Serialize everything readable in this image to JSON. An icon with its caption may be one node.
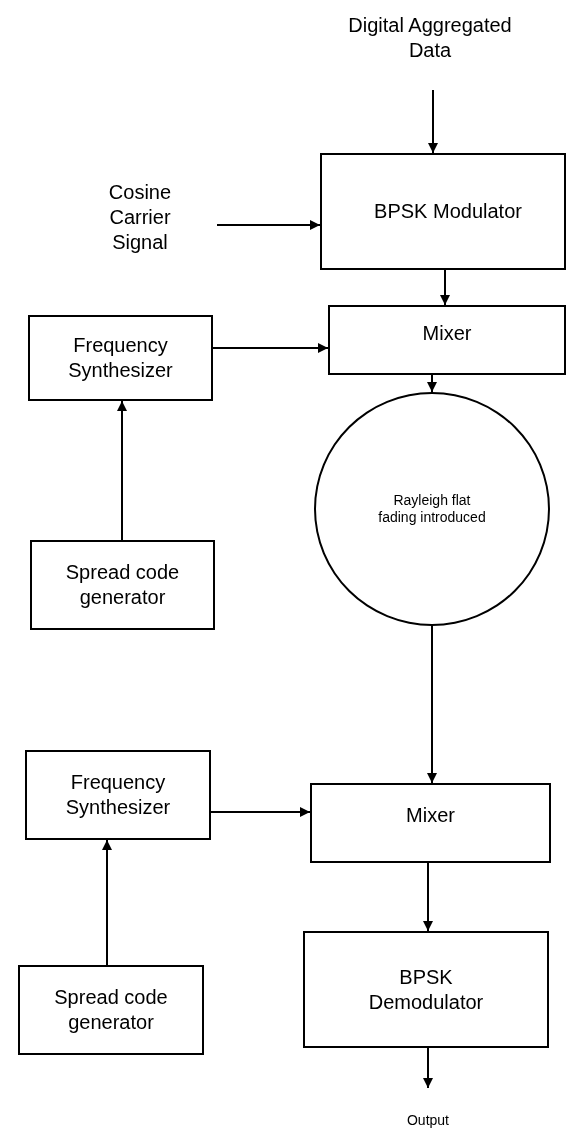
{
  "diagram": {
    "nodes": [
      {
        "text": [
          "Digital Aggregated Data"
        ]
      },
      {
        "text": [
          "Cosine Carrier Signal"
        ]
      },
      {
        "text": [
          "BPSK Modulator"
        ]
      },
      {
        "text": [
          "Frequency Synthesizer"
        ]
      },
      {
        "text": [
          "Mixer"
        ]
      },
      {
        "text": [
          "Spread code generator"
        ]
      },
      {
        "text": [
          "Rayleigh flat fading introduced"
        ]
      },
      {
        "text": [
          "Frequency Synthesizer"
        ]
      },
      {
        "text": [
          "Mixer"
        ]
      },
      {
        "text": [
          "Spread code generator"
        ]
      },
      {
        "text": [
          "BPSK Demodulator"
        ]
      },
      {
        "text": [
          "Output"
        ]
      }
    ],
    "edges": [
      {
        "from": 0,
        "to": 2,
        "arrow": "to"
      },
      {
        "from": 1,
        "to": 2,
        "arrow": "to"
      },
      {
        "from": 2,
        "to": 4,
        "arrow": "to"
      },
      {
        "from": 3,
        "to": 4,
        "arrow": "to"
      },
      {
        "from": 5,
        "to": 3,
        "arrow": "to"
      },
      {
        "from": 4,
        "to": 6,
        "arrow": "to"
      },
      {
        "from": 6,
        "to": 8,
        "arrow": "to"
      },
      {
        "from": 7,
        "to": 8,
        "arrow": "to"
      },
      {
        "from": 9,
        "to": 7,
        "arrow": "to"
      },
      {
        "from": 8,
        "to": 10,
        "arrow": "to"
      },
      {
        "from": 10,
        "to": 11,
        "arrow": "to"
      }
    ]
  }
}
